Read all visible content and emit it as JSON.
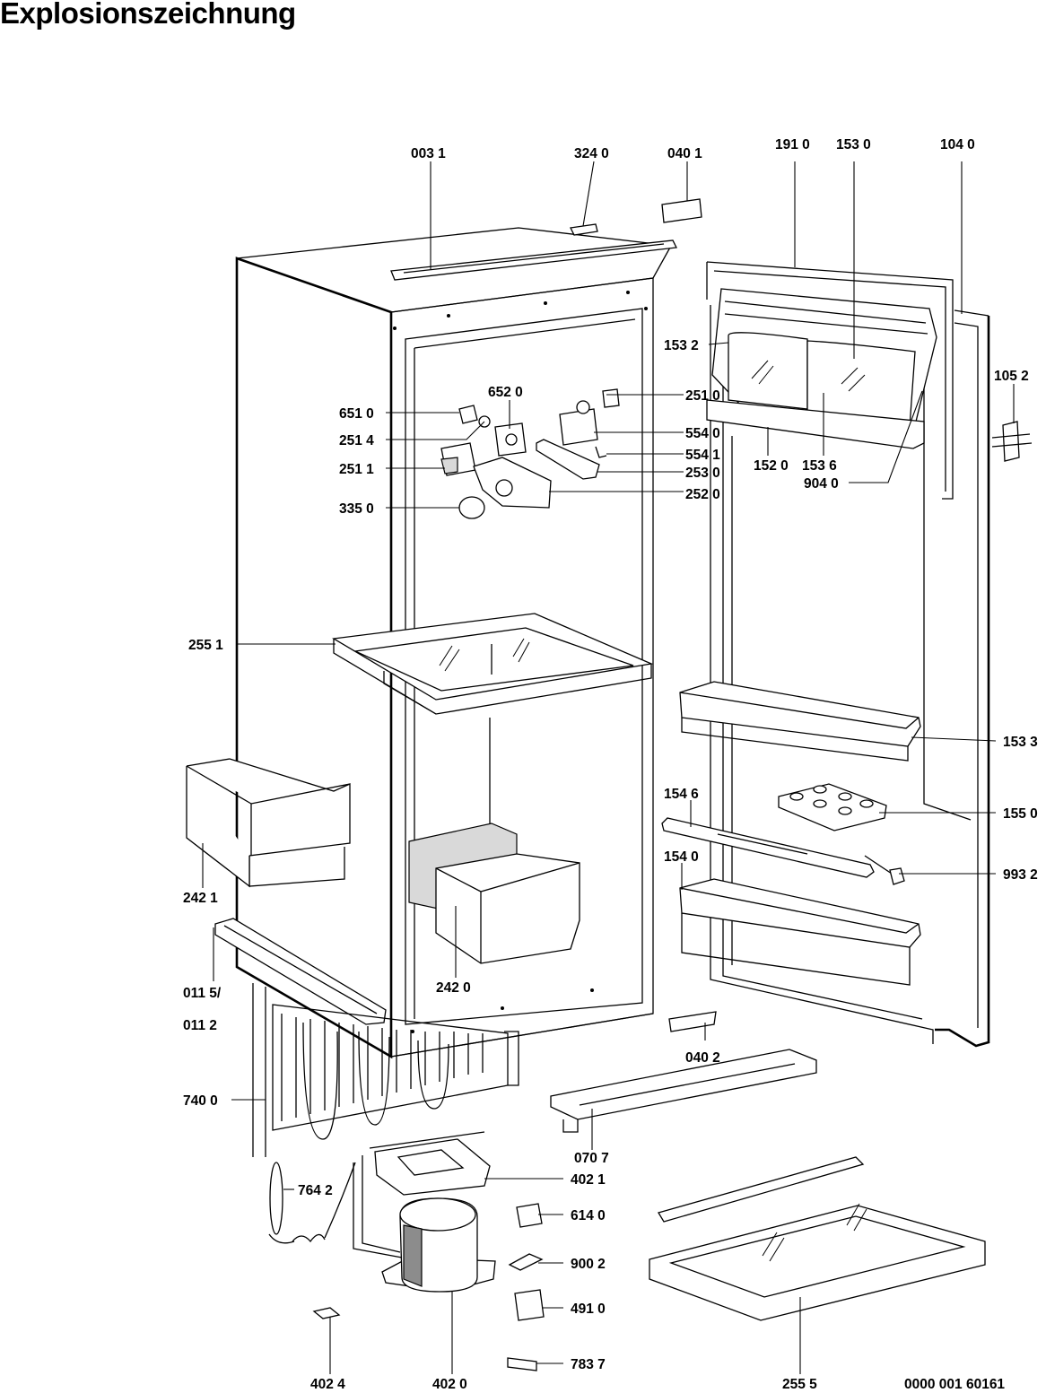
{
  "title": "Explosionszeichnung",
  "drawing_number": "0000 001 60161",
  "labels": [
    "003 1",
    "324 0",
    "040 1",
    "191 0",
    "153 0",
    "104 0",
    "105 2",
    "153 2",
    "251 0",
    "652 0",
    "651 0",
    "554 0",
    "251 4",
    "554 1",
    "251 1",
    "253 0",
    "152 0",
    "153 6",
    "904 0",
    "252 0",
    "335 0",
    "255 1",
    "153 3",
    "154 6",
    "155 0",
    "154 0",
    "242 1",
    "993 2",
    "242 0",
    "011 5/",
    "011 2",
    "040 2",
    "740 0",
    "070 7",
    "402 1",
    "764 2",
    "614 0",
    "900 2",
    "491 0",
    "783 7",
    "402 4",
    "402 0",
    "255 5"
  ]
}
